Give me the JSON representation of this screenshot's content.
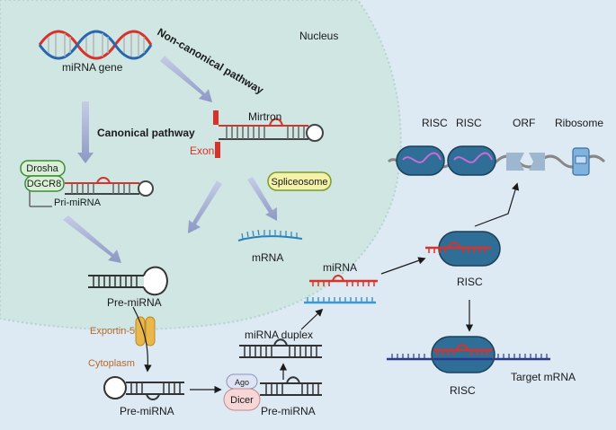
{
  "labels": {
    "nucleus": "Nucleus",
    "cytoplasm": "Cytoplasm",
    "mirna_gene": "miRNA gene",
    "canonical_pathway": "Canonical pathway",
    "non_canonical_pathway": "Non-canonical pathway",
    "mirtron": "Mirtron",
    "exon": "Exon",
    "spliceosome": "Spliceosome",
    "drosha": "Drosha",
    "dgcr8": "DGCR8",
    "pri_mirna": "Pri-miRNA",
    "mrna": "mRNA",
    "pre_mirna_nucleus": "Pre-miRNA",
    "exportin": "Exportin-5",
    "pre_mirna_cyto": "Pre-miRNA",
    "ago": "Ago",
    "dicer": "Dicer",
    "pre_mirna_dicer": "Pre-miRNA",
    "mirna_duplex": "miRNA duplex",
    "mirna": "miRNA",
    "risc_1": "RISC",
    "risc_2": "RISC",
    "orf": "ORF",
    "ribosome": "Ribosome",
    "risc_center": "RISC",
    "risc_bottom": "RISC",
    "target_mrna": "Target mRNA"
  },
  "colors": {
    "nucleus_fill": "#cfe6e3",
    "nucleus_border": "#a9cfca",
    "cytoplasm_bg": "#dde9f3",
    "rna_red": "#d8322a",
    "rna_blue": "#3a9ad1",
    "backbone_dark": "#333333",
    "risc_fill": "#2f6e96",
    "arrow_fill": "#9aa6cc",
    "exportin": "#e9b74a",
    "drosha_fill": "#d8f0d6",
    "drosha_border": "#3f8a3a",
    "dicer_fill": "#f6d6d6",
    "ago_fill": "#dfe4f5",
    "spliceosome_fill": "#f4f1a8",
    "spliceosome_border": "#7d9a2e",
    "target_mrna": "#2b3a8a",
    "orf_fill": "#9fb6cf",
    "ribosome_fill": "#7fb2df"
  }
}
